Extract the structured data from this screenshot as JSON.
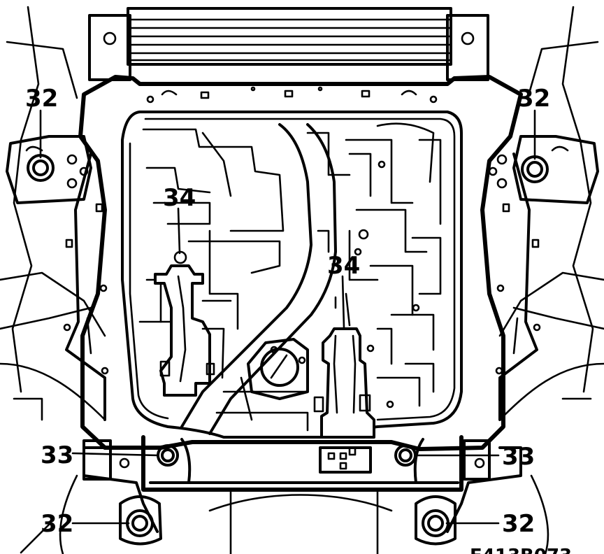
{
  "callouts": {
    "label_32": "32",
    "label_33": "33",
    "label_34": "34"
  },
  "figure_id": "E413B073"
}
